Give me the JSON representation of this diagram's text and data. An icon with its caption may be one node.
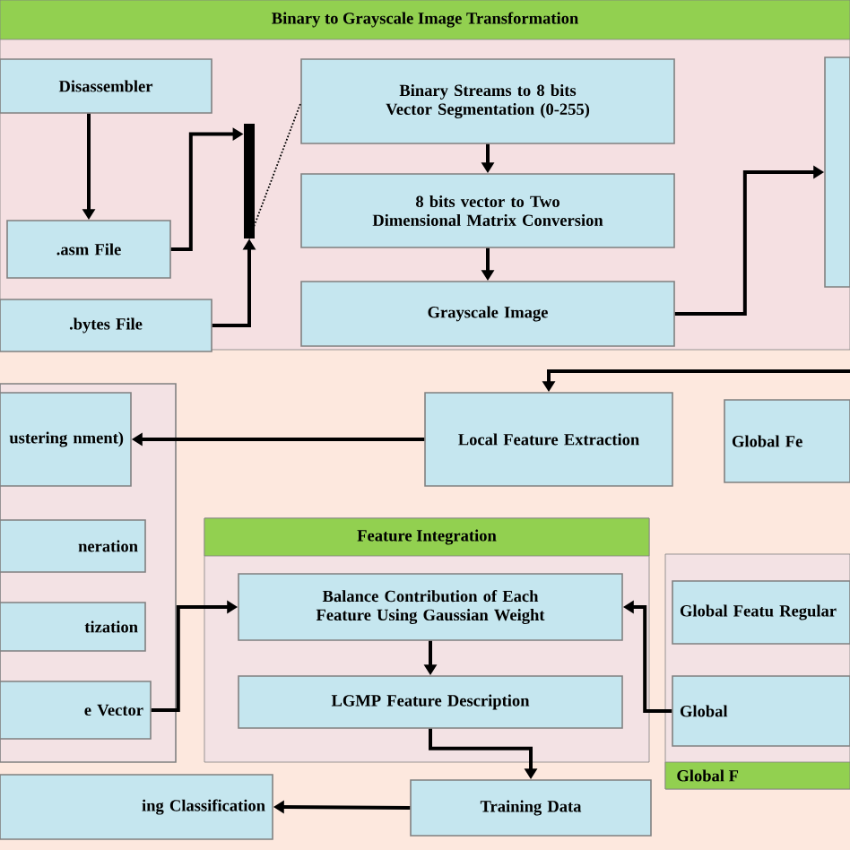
{
  "diagram": {
    "nodes": [
      {
        "text": [
          "Binary to Grayscale Image Transformation"
        ]
      },
      {
        "text": [
          "Disassembler"
        ],
        "in": 0
      },
      {
        "text": [
          ".asm File"
        ],
        "in": 0
      },
      {
        "text": [
          ".bytes File"
        ],
        "in": 0
      },
      {
        "text": [],
        "shape": "bar",
        "in": 0
      },
      {
        "text": [
          "Binary Streams to 8 bits Vector Segmentation (0-255)"
        ],
        "in": 0
      },
      {
        "text": [
          "8 bits vector to Two Dimensional Matrix Conversion"
        ],
        "in": 0
      },
      {
        "text": [
          "Grayscale Image"
        ],
        "in": 0
      },
      {
        "text": [],
        "shape": "box",
        "in": 0
      },
      {
        "text": [],
        "shape": "box"
      },
      {
        "text": [
          "ustering nment)"
        ],
        "in": 9
      },
      {
        "text": [
          "neration"
        ],
        "in": 9
      },
      {
        "text": [
          "tization"
        ],
        "in": 9
      },
      {
        "text": [
          "e Vector"
        ],
        "in": 9
      },
      {
        "text": [
          "Local Feature Extraction"
        ]
      },
      {
        "text": [
          "Global Fe"
        ]
      },
      {
        "text": [
          "Feature Integration"
        ]
      },
      {
        "text": [
          "Balance Contribution of Each Feature Using Gaussian Weight"
        ],
        "in": 16
      },
      {
        "text": [
          "LGMP Feature Description"
        ],
        "in": 16
      },
      {
        "text": [
          "Global F"
        ]
      },
      {
        "text": [
          "Global Featu Regular"
        ],
        "in": 19
      },
      {
        "text": [
          "Global"
        ],
        "in": 19
      },
      {
        "text": [
          "Training Data"
        ]
      },
      {
        "text": [
          "ing Classification"
        ]
      }
    ],
    "edges": [
      {
        "from": 1,
        "to": 2,
        "arrow": "to"
      },
      {
        "from": 2,
        "to": 4,
        "arrow": "to"
      },
      {
        "from": 3,
        "to": 4,
        "arrow": "to"
      },
      {
        "from": 4,
        "to": 5,
        "arrow": "none",
        "style": "dashed"
      },
      {
        "from": 5,
        "to": 6,
        "arrow": "to"
      },
      {
        "from": 6,
        "to": 7,
        "arrow": "to"
      },
      {
        "from": 7,
        "to": 8,
        "arrow": "to"
      },
      {
        "from": null,
        "to": 14,
        "arrow": "to"
      },
      {
        "from": 14,
        "to": 10,
        "arrow": "to"
      },
      {
        "from": 13,
        "to": 17,
        "arrow": "to"
      },
      {
        "from": 17,
        "to": 18,
        "arrow": "to"
      },
      {
        "from": 18,
        "to": 22,
        "arrow": "to"
      },
      {
        "from": 22,
        "to": 23,
        "arrow": "to"
      },
      {
        "from": 21,
        "to": 17,
        "arrow": "to"
      }
    ]
  }
}
